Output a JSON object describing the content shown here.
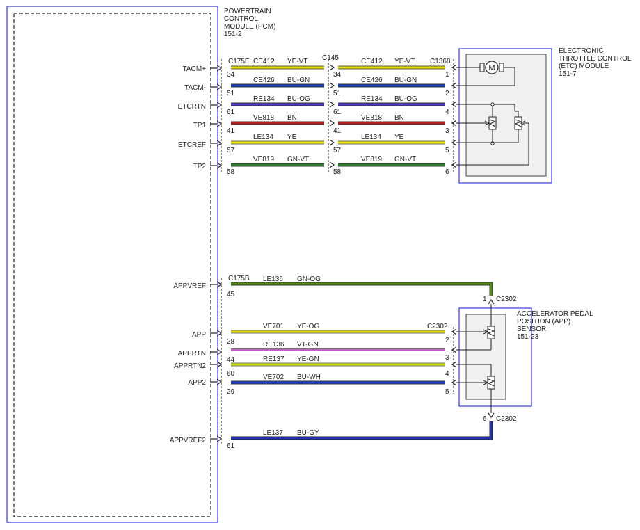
{
  "pcm": {
    "title_lines": [
      "POWERTRAIN",
      "CONTROL",
      "MODULE (PCM)",
      "151-2"
    ],
    "signals_top": [
      "TACM+",
      "TACM-",
      "ETCRTN",
      "TP1",
      "ETCREF",
      "TP2"
    ],
    "signals_bottom": [
      "APPVREF",
      "APP",
      "APPRTN",
      "APPRTN2",
      "APP2",
      "APPVREF2"
    ]
  },
  "etc_module": {
    "title_lines": [
      "ELECTRONIC",
      "THROTTLE CONTROL",
      "(ETC) MODULE",
      "151-7"
    ],
    "motor_symbol": "M"
  },
  "app_sensor": {
    "title_lines": [
      "ACCELERATOR PEDAL",
      "POSITION (APP)",
      "SENSOR",
      "151-23"
    ]
  },
  "connectors": {
    "c175e": "C175E",
    "c145": "C145",
    "c1368": "C1368",
    "c175b": "C175B",
    "c2302_top": "C2302",
    "c2302_mid": "C2302",
    "c2302_bot": "C2302"
  },
  "colors": {
    "YE-VT": "#e8e000",
    "BU-GN": "#1a3fbf",
    "BU-OG": "#4a36c8",
    "BN": "#b02020",
    "YE": "#f0e800",
    "GN-VT": "#2e7a2e",
    "GN-OG": "#4f8f10",
    "YE-OG": "#e0d800",
    "VT-GN": "#c060c0",
    "YE-GN": "#c8e000",
    "BU-WH": "#2040d0",
    "BU-GY": "#2030b0",
    "frame": "#3a3ad8"
  },
  "wires_top": [
    {
      "circuit": "CE412",
      "color": "YE-VT",
      "pcm_pin": "34",
      "c145_pin": "34",
      "etc_pin": "1"
    },
    {
      "circuit": "CE426",
      "color": "BU-GN",
      "pcm_pin": "51",
      "c145_pin": "51",
      "etc_pin": "2"
    },
    {
      "circuit": "RE134",
      "color": "BU-OG",
      "pcm_pin": "61",
      "c145_pin": "61",
      "etc_pin": "4"
    },
    {
      "circuit": "VE818",
      "color": "BN",
      "pcm_pin": "41",
      "c145_pin": "41",
      "etc_pin": "3"
    },
    {
      "circuit": "LE134",
      "color": "YE",
      "pcm_pin": "57",
      "c145_pin": "57",
      "etc_pin": "5"
    },
    {
      "circuit": "VE819",
      "color": "GN-VT",
      "pcm_pin": "58",
      "c145_pin": "58",
      "etc_pin": "6"
    }
  ],
  "wires_bottom": [
    {
      "circuit": "LE136",
      "color": "GN-OG",
      "pcm_pin": "45",
      "app_pin": "1"
    },
    {
      "circuit": "VE701",
      "color": "YE-OG",
      "pcm_pin": "28",
      "app_pin": "2"
    },
    {
      "circuit": "RE136",
      "color": "VT-GN",
      "pcm_pin": "44",
      "app_pin": "3"
    },
    {
      "circuit": "RE137",
      "color": "YE-GN",
      "pcm_pin": "60",
      "app_pin": "4"
    },
    {
      "circuit": "VE702",
      "color": "BU-WH",
      "pcm_pin": "29",
      "app_pin": "5"
    },
    {
      "circuit": "LE137",
      "color": "BU-GY",
      "pcm_pin": "61",
      "app_pin": "6"
    }
  ]
}
